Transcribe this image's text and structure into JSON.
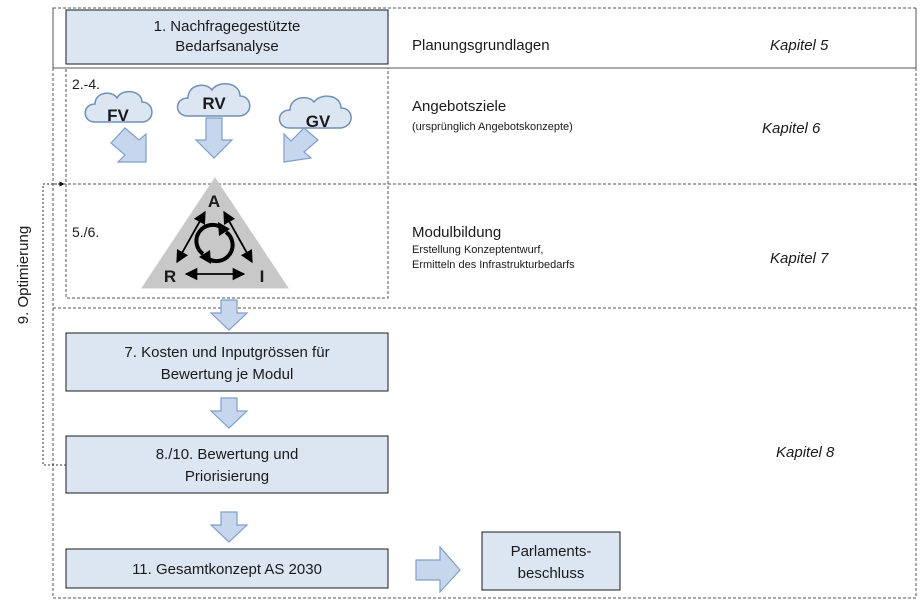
{
  "steps": {
    "s1": {
      "line1": "1. Nachfragegestützte",
      "line2": "Bedarfsanalyse"
    },
    "s7": {
      "line1": "7. Kosten und Inputgrössen für",
      "line2": "Bewertung je Modul"
    },
    "s8": {
      "line1": "8./10. Bewertung und",
      "line2": "Priorisierung"
    },
    "s11": {
      "line1": "11. Gesamtkonzept AS 2030"
    },
    "parl": {
      "line1": "Parlaments-",
      "line2": "beschluss"
    }
  },
  "step_labels": {
    "s2": "2.-4.",
    "s5": "5./6."
  },
  "clouds": [
    "FV",
    "RV",
    "GV"
  ],
  "triangle": {
    "top": "A",
    "left": "R",
    "right": "I"
  },
  "optimierung": "9. Optimierung",
  "sections": {
    "planung": {
      "title": "Planungsgrundlagen",
      "chapter": "Kapitel 5"
    },
    "angebot": {
      "title": "Angebotsziele",
      "sub1": "(ursprünglich Angebotskonzepte)",
      "chapter": "Kapitel 6"
    },
    "modul": {
      "title": "Modulbildung",
      "sub1": "Erstellung Konzeptentwurf,",
      "sub2": "Ermitteln des Infrastrukturbedarfs",
      "chapter": "Kapitel 7"
    },
    "bewertung": {
      "chapter": "Kapitel 8"
    }
  },
  "colors": {
    "box_fill": "#dce6f2",
    "box_stroke": "#1a1a1a",
    "arrow_fill": "#c6d6ec",
    "arrow_stroke": "#7f9fc8",
    "triangle_fill": "#c8c8c8"
  }
}
